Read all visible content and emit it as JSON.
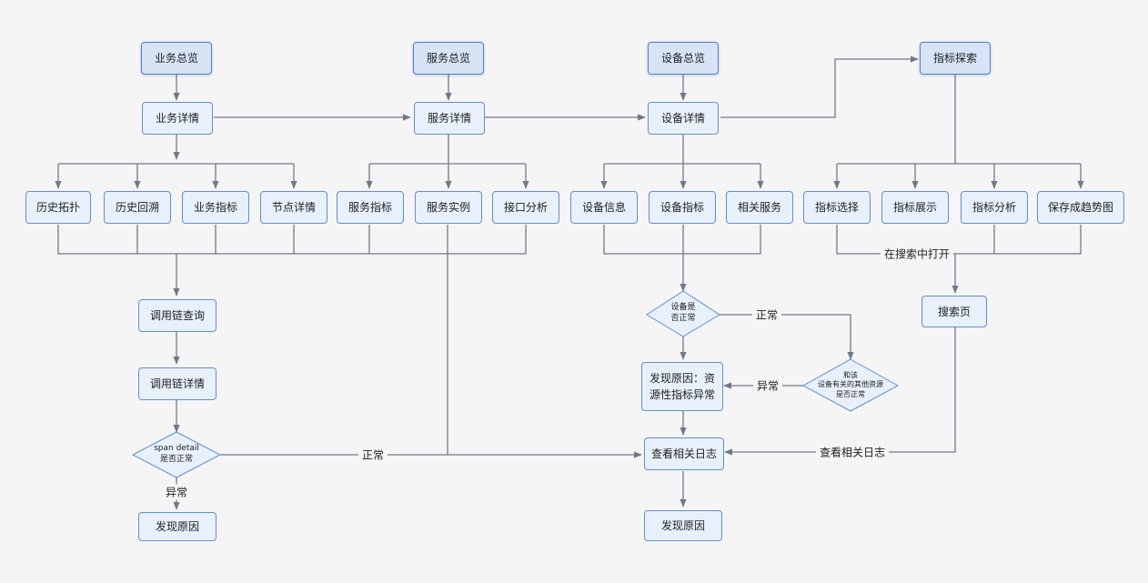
{
  "nodes": {
    "business_overview": "业务总览",
    "service_overview": "服务总览",
    "device_overview": "设备总览",
    "metric_explore": "指标探索",
    "business_detail": "业务详情",
    "service_detail": "服务详情",
    "device_detail": "设备详情",
    "history_topology": "历史拓扑",
    "history_backtrack": "历史回溯",
    "business_metric": "业务指标",
    "node_detail": "节点详情",
    "service_metric": "服务指标",
    "service_instance": "服务实例",
    "interface_analysis": "接口分析",
    "device_info": "设备信息",
    "device_metric": "设备指标",
    "related_services": "相关服务",
    "metric_select": "指标选择",
    "metric_display": "指标展示",
    "metric_analysis": "指标分析",
    "save_trend": "保存成趋势图",
    "trace_query": "调用链查询",
    "trace_detail": "调用链详情",
    "find_cause_left": "发现原因",
    "find_cause_resource": "发现原因：资\n源性指标异常",
    "view_related_logs": "查看相关日志",
    "find_cause_right": "发现原因",
    "search_page": "搜索页"
  },
  "decisions": {
    "span_detail": "span detail\n是否正常",
    "device_normal": "设备是\n否正常",
    "related_resources": "和该\n设备有关的其他资源\n是否正常"
  },
  "edge_labels": {
    "span_normal": "正常",
    "span_abnormal": "异常",
    "device_normal": "正常",
    "resource_abnormal": "异常",
    "open_in_search": "在搜索中打开",
    "view_logs": "查看相关日志"
  }
}
